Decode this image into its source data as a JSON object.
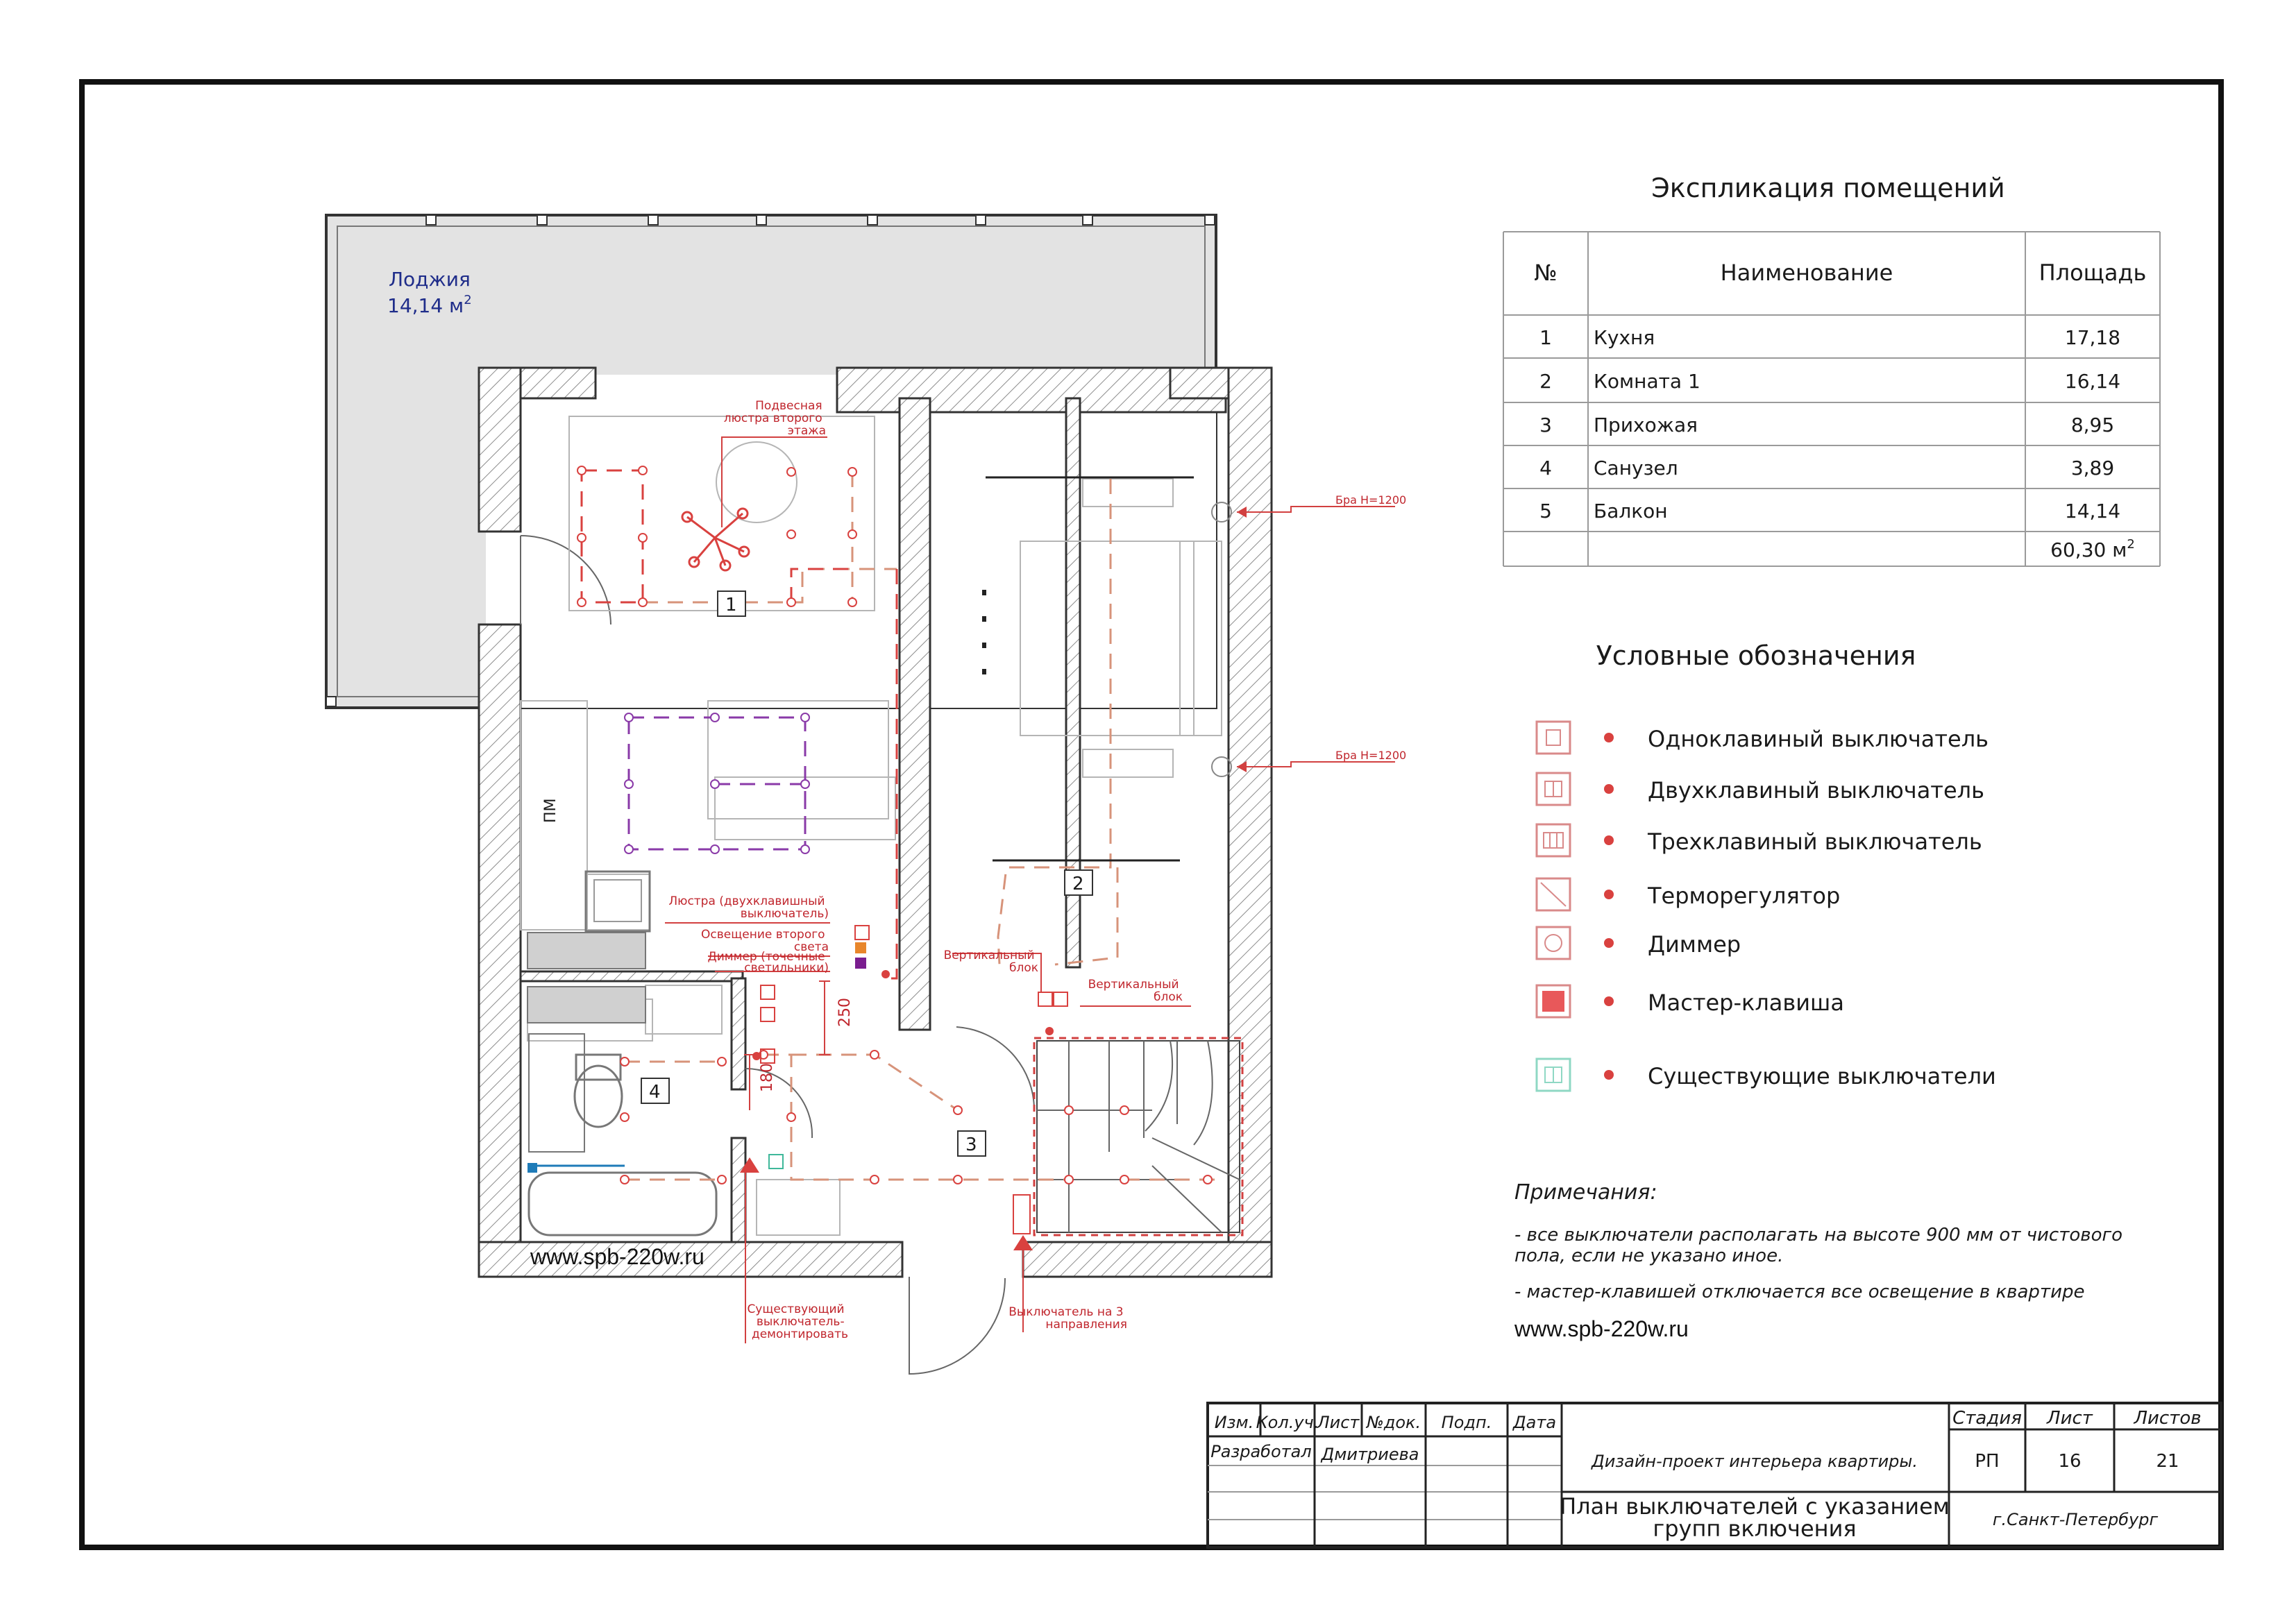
{
  "plan": {
    "loggia_name": "Лоджия",
    "loggia_area": "14,14 м",
    "loggia_area_sup": "2",
    "room_numbers": [
      "1",
      "2",
      "3",
      "4"
    ],
    "pm_label": "ПМ",
    "dim_250": "250",
    "dim_180": "180",
    "website": "www.spb-220w.ru",
    "callouts": {
      "chandelier": [
        "Подвесная",
        "люстра второго",
        "этажа"
      ],
      "bra1": "Бра Н=1200",
      "bra2": "Бра Н=1200",
      "lustra": [
        "Люстра (двухклавишный",
        "выключатель)"
      ],
      "second_light": [
        "Освещение второго",
        "света"
      ],
      "dimmer": [
        "Диммер (точечные",
        "светильники)"
      ],
      "vblock1": [
        "Вертикальный",
        "блок"
      ],
      "vblock2": [
        "Вертикальный",
        "блок"
      ],
      "existing": [
        "Существующий",
        "выключатель-",
        "демонтировать"
      ],
      "three_way": [
        "Выключатель на 3",
        "направления"
      ]
    }
  },
  "explication": {
    "title": "Экспликация помещений",
    "headers": [
      "№",
      "Наименование",
      "Площадь"
    ],
    "rows": [
      {
        "num": "1",
        "name": "Кухня",
        "area": "17,18"
      },
      {
        "num": "2",
        "name": "Комната 1",
        "area": "16,14"
      },
      {
        "num": "3",
        "name": "Прихожая",
        "area": "8,95"
      },
      {
        "num": "4",
        "name": "Санузел",
        "area": "3,89"
      },
      {
        "num": "5",
        "name": "Балкон",
        "area": "14,14"
      }
    ],
    "total": "60,30 м",
    "total_sup": "2"
  },
  "legend": {
    "title": "Условные обозначения",
    "items": [
      {
        "label": "Одноклавиный выключатель",
        "icon": "single-switch-icon",
        "color": "#d9413f"
      },
      {
        "label": "Двухклавиный выключатель",
        "icon": "double-switch-icon",
        "color": "#d9413f"
      },
      {
        "label": "Трехклавиный выключатель",
        "icon": "triple-switch-icon",
        "color": "#d9413f"
      },
      {
        "label": "Терморегулятор",
        "icon": "thermostat-icon",
        "color": "#d9413f"
      },
      {
        "label": "Диммер",
        "icon": "dimmer-icon",
        "color": "#d9413f"
      },
      {
        "label": "Мастер-клавиша",
        "icon": "master-switch-icon",
        "color": "#e8585a"
      },
      {
        "label": "Существующие выключатели",
        "icon": "existing-switch-icon",
        "color": "#3fb89a"
      }
    ]
  },
  "notes": {
    "title": "Примечания:",
    "line1": "- все выключатели располагать на высоте 900 мм от чистового",
    "line2": "пола, если не указано иное.",
    "line3": "- мастер-клавишей отключается все освещение в квартире",
    "website": "www.spb-220w.ru"
  },
  "stamp": {
    "h_izm": "Изм.",
    "h_kol": "Кол.уч.",
    "h_list": "Лист",
    "h_ndok": "№док.",
    "h_podp": "Подп.",
    "h_data": "Дата",
    "developed_label": "Разработал",
    "developer": "Дмитриева",
    "project": "Дизайн-проект интерьера квартиры.",
    "sheet_title_1": "План выключателей с указанием",
    "sheet_title_2": "групп включения",
    "h_stage": "Стадия",
    "h_sheet": "Лист",
    "h_sheets": "Листов",
    "stage": "РП",
    "sheet": "16",
    "sheets": "21",
    "city": "г.Санкт-Петербург"
  }
}
